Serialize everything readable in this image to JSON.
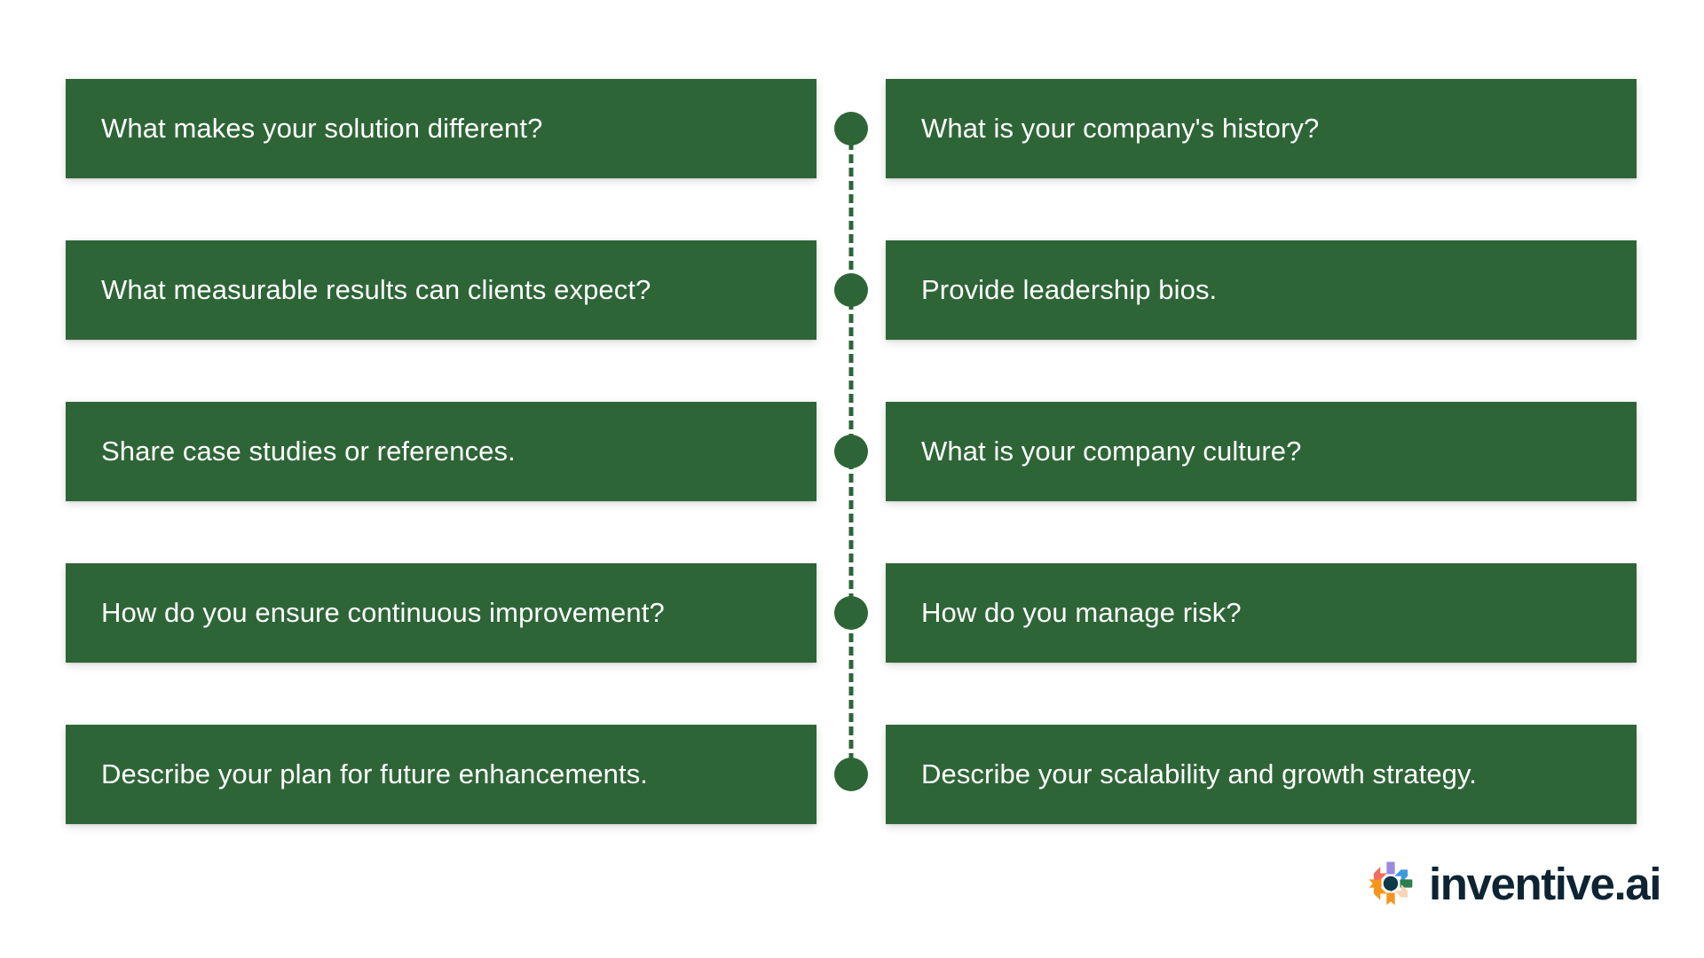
{
  "theme": {
    "card_green": "#2E6537",
    "connector_green": "#2E6537",
    "card_text_color": "#FFFFFF",
    "page_background": "#FFFFFF",
    "brand_text_color": "#0E2433"
  },
  "rows": [
    {
      "left": "What makes your solution different?",
      "right": "What is your company's history?"
    },
    {
      "left": "What measurable results can clients expect?",
      "right": "Provide leadership bios."
    },
    {
      "left": "Share case studies or references.",
      "right": "What is your company culture?"
    },
    {
      "left": "How do you ensure continuous improvement?",
      "right": "How do you manage risk?"
    },
    {
      "left": "Describe your plan for future enhancements.",
      "right": "Describe your scalability and growth strategy."
    }
  ],
  "brand": {
    "name": "inventive",
    "suffix": ".ai",
    "mark_colors": {
      "salmon": "#EF6F5E",
      "purple": "#9B8AE0",
      "blue": "#3C9BE0",
      "orange": "#F7941E",
      "amber": "#F7941E",
      "green": "#2E7D4F",
      "peach": "#FAD4B8",
      "teal_dot": "#0E3A4A"
    }
  }
}
